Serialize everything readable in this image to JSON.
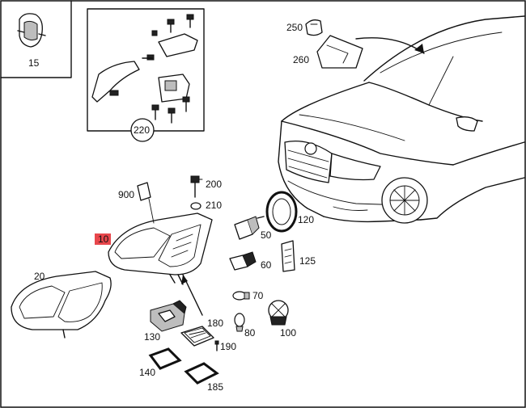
{
  "labels": {
    "p15": "15",
    "p220": "220",
    "p250": "250",
    "p260": "260",
    "p900": "900",
    "p200": "200",
    "p210": "210",
    "p10": "10",
    "p20": "20",
    "p50": "50",
    "p60": "60",
    "p120": "120",
    "p125": "125",
    "p70": "70",
    "p80": "80",
    "p100": "100",
    "p130": "130",
    "p140": "140",
    "p180": "180",
    "p185": "185",
    "p190": "190"
  },
  "highlight_color": "#e8474c"
}
